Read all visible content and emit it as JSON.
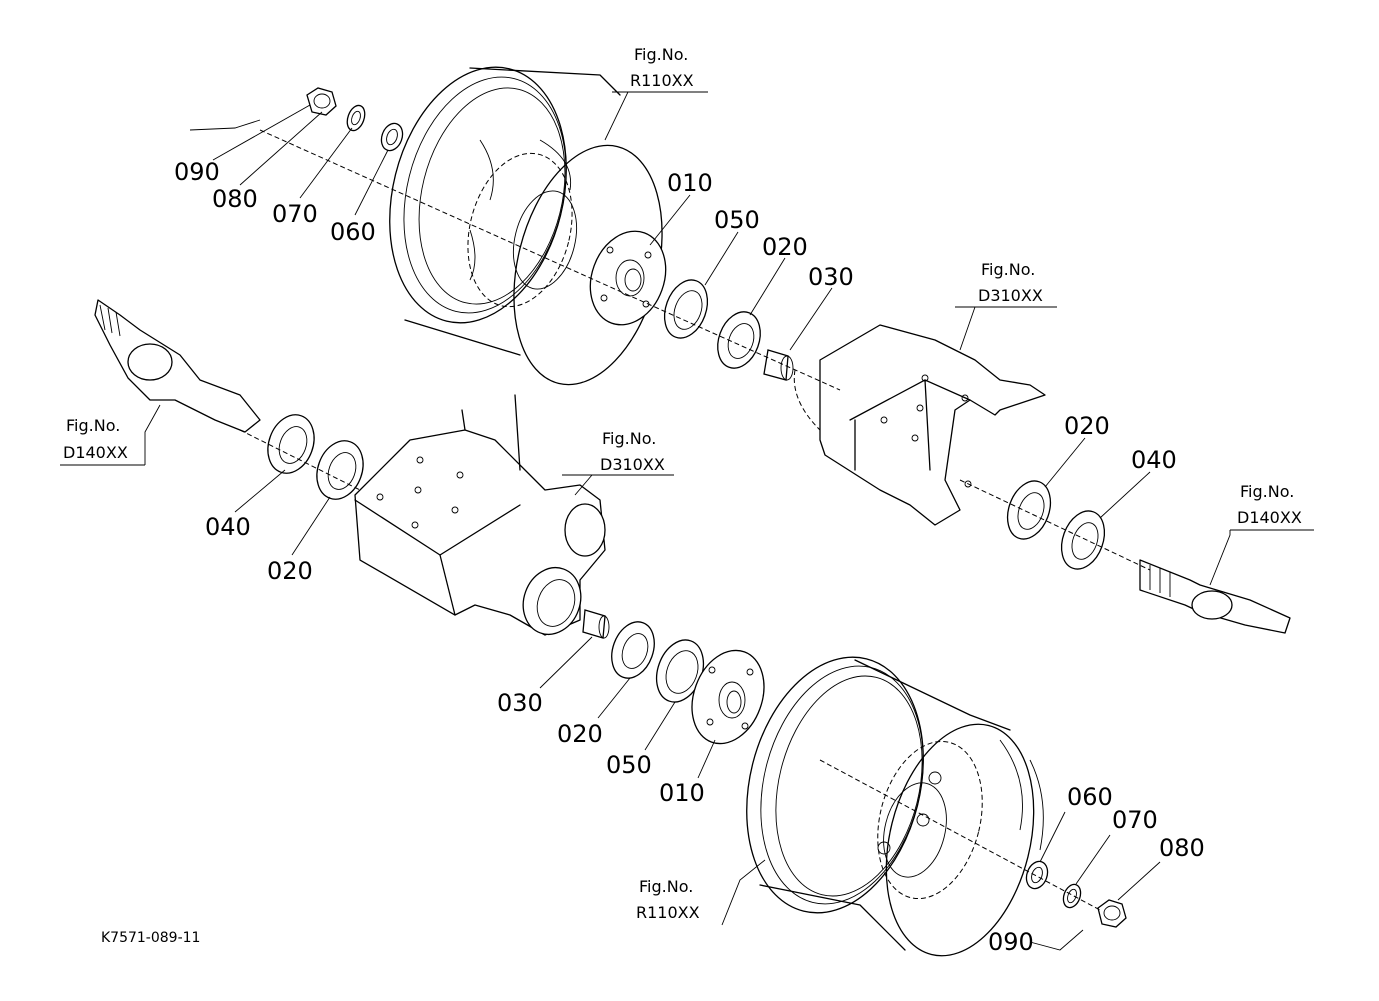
{
  "diagram_code": "K7571-089-11",
  "fig_refs": {
    "top_wheel": {
      "label": "Fig.No.",
      "code": "R110XX"
    },
    "right_housing": {
      "label": "Fig.No.",
      "code": "D310XX"
    },
    "left_housing": {
      "label": "Fig.No.",
      "code": "D310XX"
    },
    "left_shaft": {
      "label": "Fig.No.",
      "code": "D140XX"
    },
    "right_shaft": {
      "label": "Fig.No.",
      "code": "D140XX"
    },
    "bottom_wheel": {
      "label": "Fig.No.",
      "code": "R110XX"
    }
  },
  "parts": {
    "top": {
      "nut": "090",
      "lock_washer": "080",
      "spring_washer": "070",
      "washer": "060",
      "hub": "010",
      "seal": "050",
      "bearing": "020",
      "collar": "030"
    },
    "right": {
      "bearing": "020",
      "seal": "040"
    },
    "left": {
      "seal": "040",
      "bearing": "020"
    },
    "bottom": {
      "collar": "030",
      "bearing": "020",
      "seal": "050",
      "hub": "010",
      "washer": "060",
      "spring_washer": "070",
      "lock_washer": "080",
      "nut": "090"
    }
  }
}
